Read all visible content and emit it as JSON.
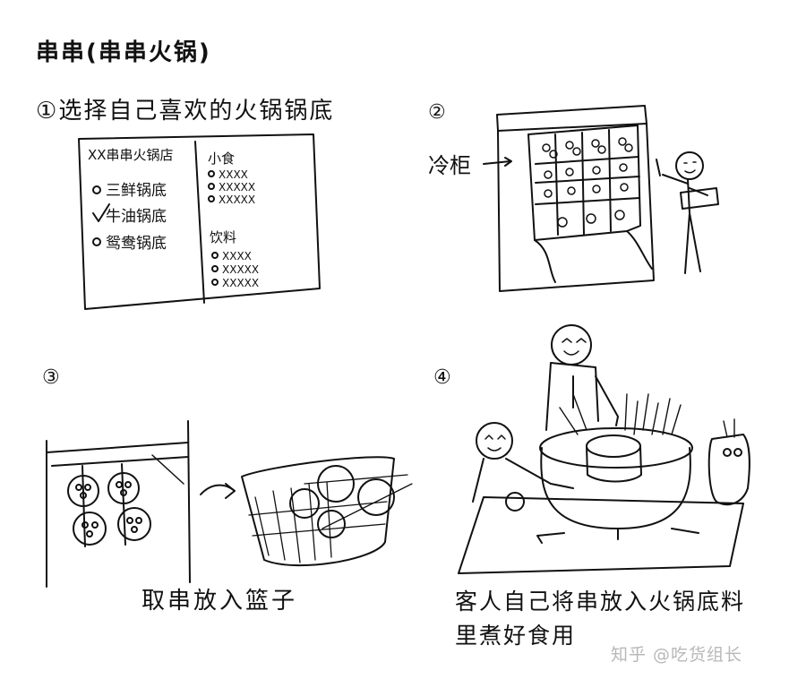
{
  "title": "串串(串串火锅)",
  "steps": [
    {
      "number": "①",
      "text": "选择自己喜欢的火锅锅底"
    },
    {
      "number": "②",
      "label": "冷柜"
    },
    {
      "number": "③",
      "caption": "取串放入篮子"
    },
    {
      "number": "④",
      "caption_line1": "客人自己将串放入火锅底料",
      "caption_line2": "里煮好食用"
    }
  ],
  "menu": {
    "shop_name": "XX串串火锅店",
    "soup_bases": [
      "三鲜锅底",
      "牛油锅底",
      "鸳鸯锅底"
    ],
    "selected_base": "牛油锅底",
    "snacks_heading": "小食",
    "snack_items": [
      "XXXX",
      "XXXXX",
      "XXXXX"
    ],
    "drinks_heading": "饮料",
    "drink_items": [
      "XXXX",
      "XXXXX",
      "XXXXX"
    ]
  },
  "watermark": "知乎 @吃货组长"
}
